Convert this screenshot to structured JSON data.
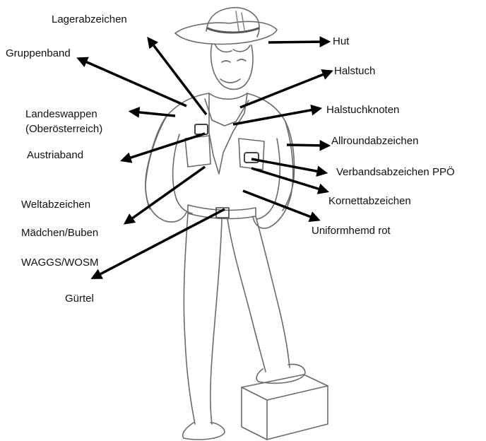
{
  "diagram": {
    "labels": {
      "hut": "Hut",
      "lagerabzeichen": "Lagerabzeichen",
      "gruppenband": "Gruppenband",
      "halstuch": "Halstuch",
      "landeswappen_line1": "Landeswappen",
      "landeswappen_line2": "(Oberösterreich)",
      "halstuchknoten": "Halstuchknoten",
      "allroundabzeichen": "Allroundabzeichen",
      "austriaband": "Austriaband",
      "verbandsabzeichen": "Verbandsabzeichen PPÖ",
      "kornettabzeichen": "Kornettabzeichen",
      "weltabzeichen": "Weltabzeichen",
      "uniformhemd": "Uniformhemd rot",
      "maedchen_buben": "Mädchen/Buben",
      "waggs_wosm": "WAGGS/WOSM",
      "guertel": "Gürtel"
    },
    "colors": {
      "arrow": "#000000",
      "sketch": "#6a6a6a",
      "text": "#111111"
    }
  }
}
